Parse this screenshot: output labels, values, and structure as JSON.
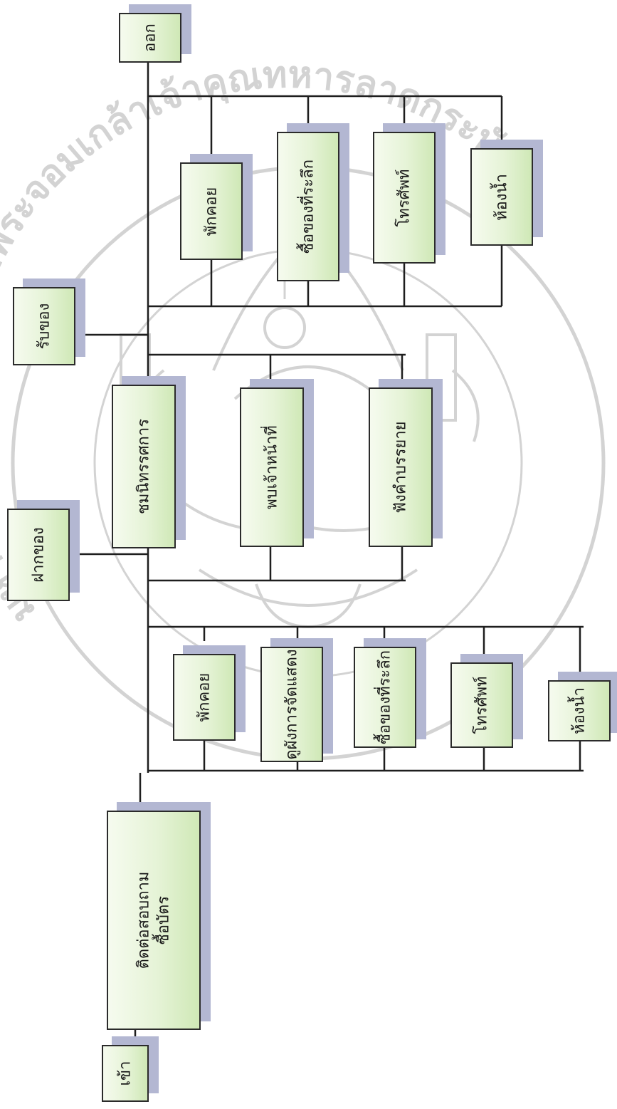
{
  "diagram": {
    "nodes": [
      {
        "id": "entrance",
        "label": "เข้า"
      },
      {
        "id": "contact",
        "label": "ติดต่อสอบถาม",
        "label2": "ซื้อบัตร"
      },
      {
        "id": "rest-1",
        "label": "พักคอย"
      },
      {
        "id": "watch-show",
        "label": "ดูผังการจัดแสดง"
      },
      {
        "id": "souvenir-1",
        "label": "ซื้อของที่ระลึก"
      },
      {
        "id": "phone-1",
        "label": "โทรศัพท์"
      },
      {
        "id": "toilet-1",
        "label": "ห้องน้ำ"
      },
      {
        "id": "deposit",
        "label": "ฝากของ"
      },
      {
        "id": "exhibition",
        "label": "ชมนิทรรศการ"
      },
      {
        "id": "meet-staff",
        "label": "พบเจ้าหน้าที่"
      },
      {
        "id": "lecture",
        "label": "ฟังคำบรรยาย"
      },
      {
        "id": "pickup",
        "label": "รับของ"
      },
      {
        "id": "rest-2",
        "label": "พักคอย"
      },
      {
        "id": "souvenir-2",
        "label": "ซื้อของที่ระลึก"
      },
      {
        "id": "phone-2",
        "label": "โทรศัพท์"
      },
      {
        "id": "toilet-2",
        "label": "ห้องน้ำ"
      },
      {
        "id": "exit",
        "label": "ออก"
      }
    ]
  },
  "colors": {
    "line": "#1e1e1e",
    "box_light": "#f6fbef",
    "box_dark": "#cfe8b6",
    "shadow": "#b3b7d2",
    "watermark": "#d3d3d3"
  },
  "watermark": {
    "top_text": "มหาวิทยาลัยเทคโนโลยีพระจอมเกล้าเจ้าคุณทหารลาดกระบัง",
    "icon": "university-seal-watermark"
  }
}
